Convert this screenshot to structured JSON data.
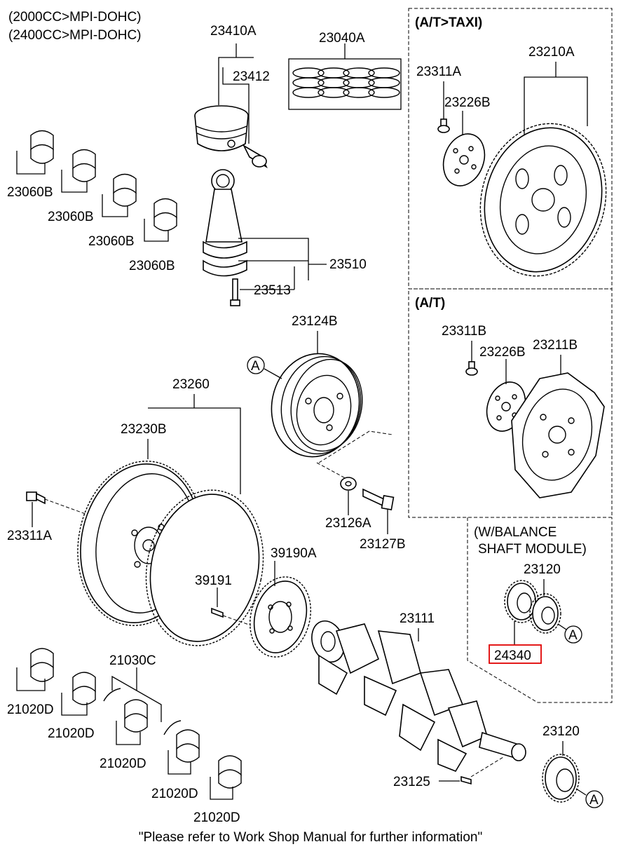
{
  "header_notes": [
    "(2000CC>MPI-DOHC)",
    "(2400CC>MPI-DOHC)"
  ],
  "footer_note": "\"Please refer to Work Shop Manual for further information\"",
  "sections": {
    "at_taxi": "(A/T>TAXI)",
    "at": "(A/T)",
    "balance_line1": "(W/BALANCE",
    "balance_line2": "SHAFT MODULE)"
  },
  "ref_marker": "A",
  "parts": {
    "p23410A": "23410A",
    "p23040A": "23040A",
    "p23412": "23412",
    "p23060B": "23060B",
    "p23510": "23510",
    "p23513": "23513",
    "p23311A": "23311A",
    "p23226B": "23226B",
    "p23210A": "23210A",
    "p23311B": "23311B",
    "p23211B": "23211B",
    "p23124B": "23124B",
    "p23260": "23260",
    "p23230B": "23230B",
    "p23126A": "23126A",
    "p23127B": "23127B",
    "p39190A": "39190A",
    "p39191": "39191",
    "p23120": "23120",
    "p24340": "24340",
    "p23111": "23111",
    "p21030C": "21030C",
    "p21020D": "21020D",
    "p23125": "23125"
  },
  "highlight_color": "#e00000"
}
